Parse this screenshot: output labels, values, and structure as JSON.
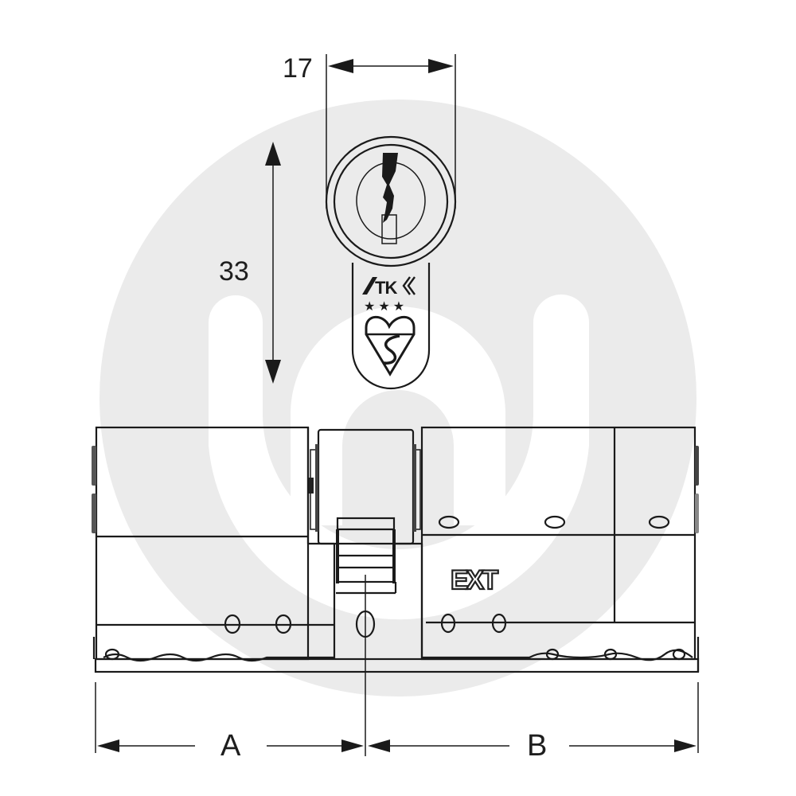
{
  "diagram": {
    "subject": "Euro profile cylinder lock technical drawing",
    "dimensions": {
      "width_label": "17",
      "height_label": "33",
      "side_a_label": "A",
      "side_b_label": "B"
    },
    "markings": {
      "brand": "ATK",
      "stars": "★★★",
      "certification_mark": "kitemark",
      "side_marking": "EXT"
    },
    "colors": {
      "line": "#1a1a1a",
      "watermark": "#ebebeb",
      "background": "#ffffff"
    }
  }
}
